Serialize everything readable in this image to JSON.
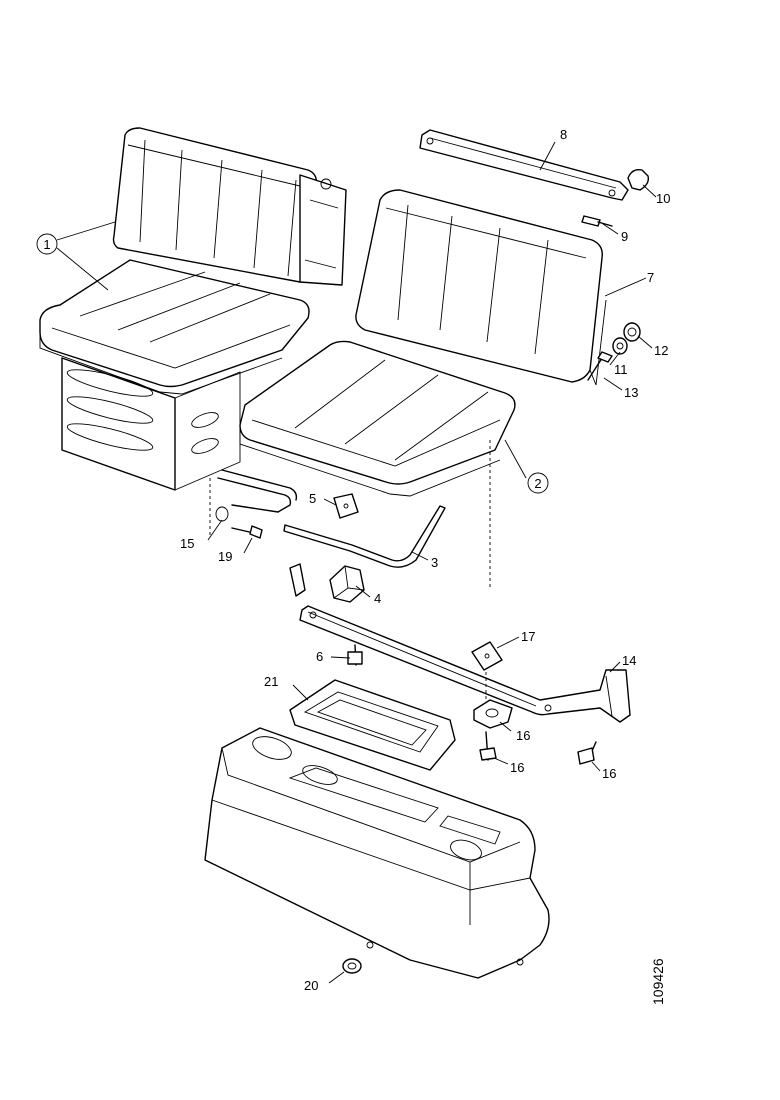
{
  "drawing_number": "109426",
  "callouts": [
    {
      "id": "1",
      "label": "1",
      "circled": true
    },
    {
      "id": "2",
      "label": "2",
      "circled": true
    },
    {
      "id": "3",
      "label": "3"
    },
    {
      "id": "4",
      "label": "4"
    },
    {
      "id": "5",
      "label": "5"
    },
    {
      "id": "6",
      "label": "6"
    },
    {
      "id": "7",
      "label": "7"
    },
    {
      "id": "8",
      "label": "8"
    },
    {
      "id": "9",
      "label": "9"
    },
    {
      "id": "10",
      "label": "10"
    },
    {
      "id": "11",
      "label": "11"
    },
    {
      "id": "12",
      "label": "12"
    },
    {
      "id": "13",
      "label": "13"
    },
    {
      "id": "14",
      "label": "14"
    },
    {
      "id": "15",
      "label": "15"
    },
    {
      "id": "16a",
      "label": "16"
    },
    {
      "id": "16b",
      "label": "16"
    },
    {
      "id": "16c",
      "label": "16"
    },
    {
      "id": "17",
      "label": "17"
    },
    {
      "id": "19",
      "label": "19"
    },
    {
      "id": "20",
      "label": "20"
    },
    {
      "id": "21",
      "label": "21"
    }
  ]
}
